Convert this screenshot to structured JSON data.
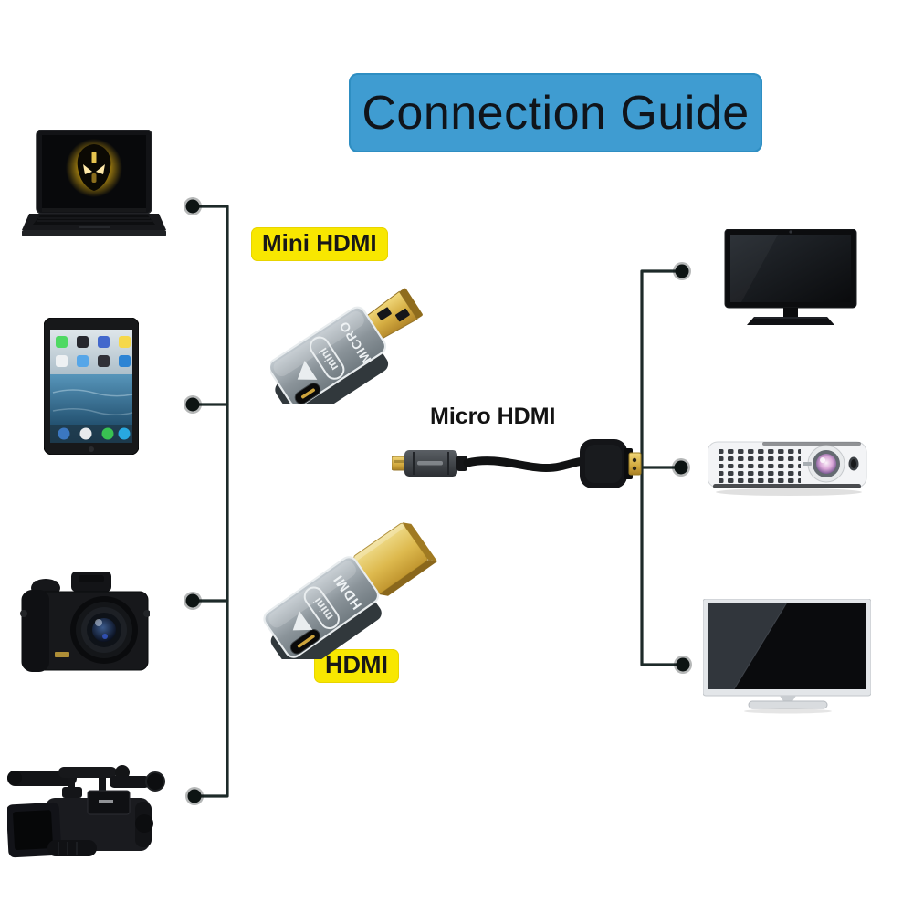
{
  "title": {
    "text": "Connection Guide"
  },
  "labels": {
    "mini_hdmi": "Mini HDMI",
    "micro_hdmi": "Micro HDMI",
    "hdmi": "HDMI"
  },
  "adapters": {
    "top": {
      "marking_line1": "MICRO",
      "marking_line2": "mini"
    },
    "bottom": {
      "marking_line1": "HDMI",
      "marking_line2": "mini"
    }
  },
  "devices": {
    "sources": [
      "laptop",
      "tablet",
      "camera",
      "camcorder"
    ],
    "outputs": [
      "monitor-tv",
      "projector",
      "flat-tv"
    ]
  },
  "colors": {
    "banner_blue": "#3F9CD1",
    "highlight_yellow": "#F8E700",
    "connector_line": "#1D2A29",
    "adapter_gold": "#D2AC47",
    "adapter_gray": "#8A9298"
  }
}
